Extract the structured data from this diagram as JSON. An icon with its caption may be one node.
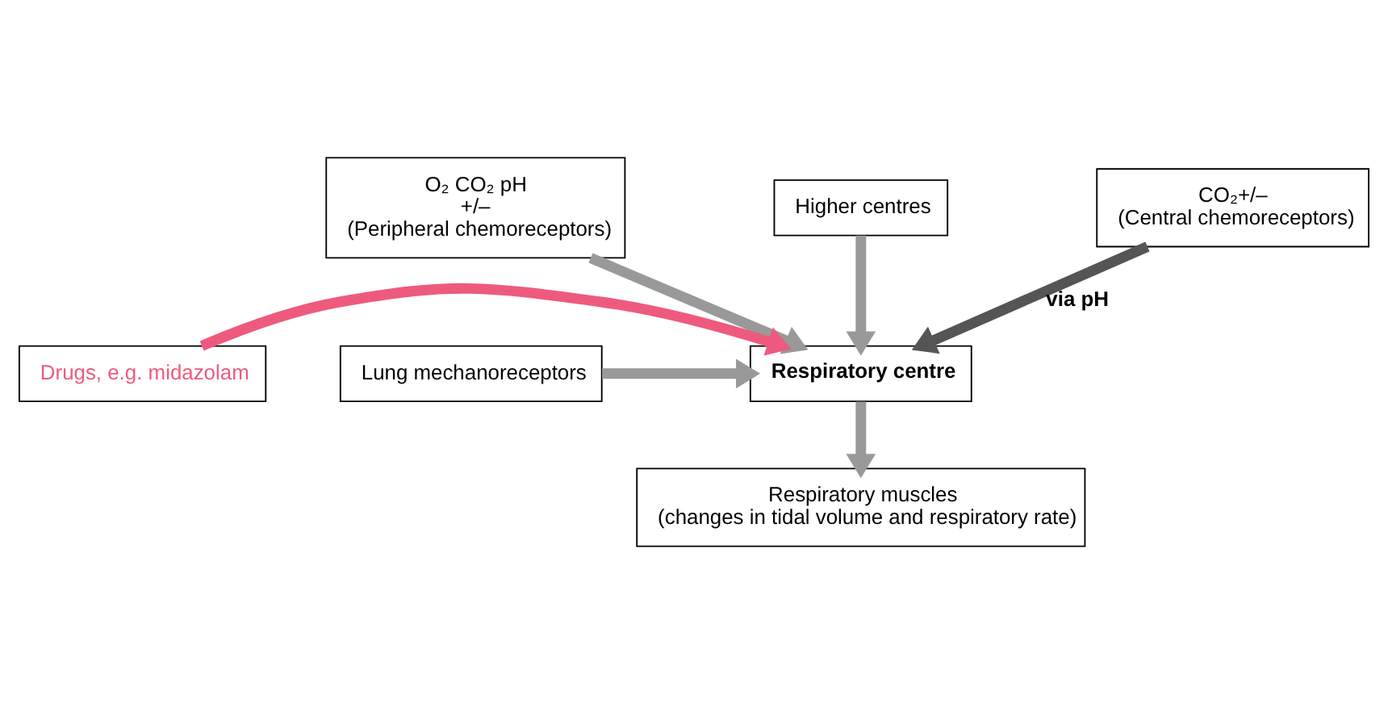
{
  "diagram": {
    "nodes": [
      {
        "text": [
          "Higher centres"
        ]
      },
      {
        "text": [
          "O₂ CO₂ pH",
          "+/–",
          "(Peripheral chemoreceptors)"
        ]
      },
      {
        "text": [
          "CO₂+/–",
          "(Central chemoreceptors)"
        ]
      },
      {
        "text": [
          "Respiratory centre"
        ]
      },
      {
        "text": [
          "Lung mechanoreceptors"
        ]
      },
      {
        "text": [
          "Drugs, e.g. midazolam"
        ]
      },
      {
        "text": [
          "Respiratory muscles",
          "(changes in tidal volume and respiratory rate)"
        ]
      }
    ],
    "edges": [
      {
        "from": 0,
        "to": 3,
        "arrow": "to"
      },
      {
        "from": 1,
        "to": 3,
        "arrow": "to"
      },
      {
        "from": 2,
        "to": 3,
        "arrow": "to",
        "label": "via pH",
        "color": "#555555"
      },
      {
        "from": 4,
        "to": 3,
        "arrow": "to"
      },
      {
        "from": 5,
        "to": 3,
        "arrow": "to",
        "color": "#ee5a7e"
      },
      {
        "from": 3,
        "to": 6,
        "arrow": "to"
      }
    ]
  }
}
